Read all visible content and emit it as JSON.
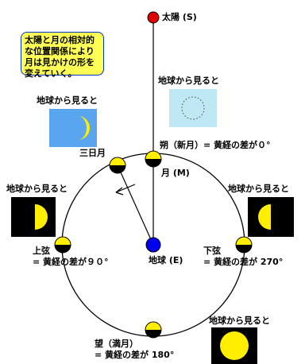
{
  "note": "太陽と月の相対的な位置関係により月は見かけの形を変えていく。",
  "labels": {
    "sun": "太陽 (S)",
    "earth": "地球 (E)",
    "moon": "月 (M)",
    "crescent": "三日月",
    "new_moon": "朔（新月）= 黄経の差が０°",
    "first_quarter_1": "上弦",
    "first_quarter_2": "= 黄経の差が９０°",
    "last_quarter_1": "下弦",
    "last_quarter_2": "= 黄経の差が 270°",
    "full_moon_1": "望（満月）",
    "full_moon_2": "= 黄経の差が 180°",
    "view_from_earth": "地球から見ると"
  },
  "colors": {
    "sun": "#e00000",
    "earth": "#0000ee",
    "moon_lit": "#ffee00",
    "moon_dark": "#000000",
    "sky_day": "#5aa6ee",
    "sky_faint": "#bfe8f5",
    "sky_night": "#000000",
    "note_bg": "#ffff55",
    "note_border": "#0033cc"
  }
}
